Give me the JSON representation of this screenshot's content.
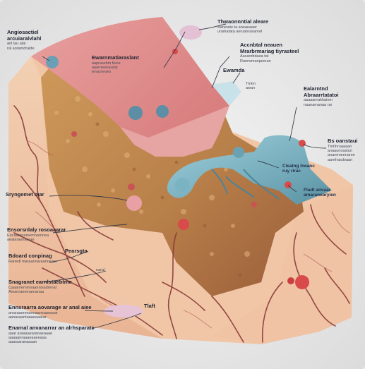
{
  "labels": {
    "top_left": [
      "Angiosactiel",
      "arcuiaralvlahl",
      "anl lau alal",
      "ral aoramdraide"
    ],
    "top_center": [
      "Ewarnmatiaraslant",
      "aaprasshm fiurie",
      "aaerneenasdat",
      "lerauneoes"
    ],
    "top_right": [
      "Thwaonnntial aleare",
      "Aanetate ta aneaeaaer",
      "urarkatata aeruanrasanrel"
    ],
    "upper_right": [
      "Accnbtal neauen",
      "Mrarbrmariag tiyrasteel",
      "Aasanrbdaea tat",
      "Ranrwmanpeeran"
    ],
    "right_small": [
      "Ewamda"
    ],
    "right_tiny": [
      "Ttntm",
      "awan"
    ],
    "mid_right": [
      "Ealarntnd",
      "Abraarrtatatoi",
      "aaaaanrakhainm",
      "naanamanaa rar"
    ],
    "far_right": [
      "Bs oanstaui",
      "Ttnhhruaaaan",
      "anaaunoastun",
      "anaremeenaree",
      "aarehasdoaan"
    ],
    "center_blue": [
      "Clealng lneanc",
      "ruy rirac"
    ],
    "right_lower": [
      "Fladt anvaar",
      "amaranearyien"
    ],
    "left_mid": [
      "Sryngemet mar"
    ],
    "left_lower1": [
      "Ensorsnlaly rosoaaarar",
      "Encaanerarsemnarnnea",
      "aealaraenaruae"
    ],
    "left_lower2": [
      "Bdoard conpinag",
      "Ranedl maraannaraanneaer"
    ],
    "left_small": [
      "Pearsgta"
    ],
    "left_lower3": [
      "Snagranet earnlstaebtme",
      "Caaanremmnaannisadrenal",
      "Amanranemarnanaa"
    ],
    "left_tiny": [
      "naral"
    ],
    "bottom_left1": [
      "Ennsraarra aovarage ar anal aiee",
      "arraraaenmannaaneaaeasar",
      "aanasaantaaaeaaarar"
    ],
    "bottom_small": [
      "Tlaft"
    ],
    "bottom_left2": [
      "Enarnal anvanarrar an alrhsparate",
      "aaar araaaaearanaeaaae",
      "aaaaanraaaeaaeeaaa",
      "aaaraaranaaaan"
    ]
  },
  "colors": {
    "background": "#e9e9ea",
    "tissue_block": "#f1c9a9",
    "tissue_front": "#eeb995",
    "dermis_fat": "#c48a4f",
    "fat_dark": "#9c5a34",
    "skin_top": "#e58f8c",
    "skin_flap": "#e6a3a2",
    "vessel": "#8a3a39",
    "duct_blue": "#6fa6b4",
    "nodule_red": "#d94a4a",
    "nodule_pink": "#e9a0a5",
    "label_text": "#2a2b36"
  }
}
